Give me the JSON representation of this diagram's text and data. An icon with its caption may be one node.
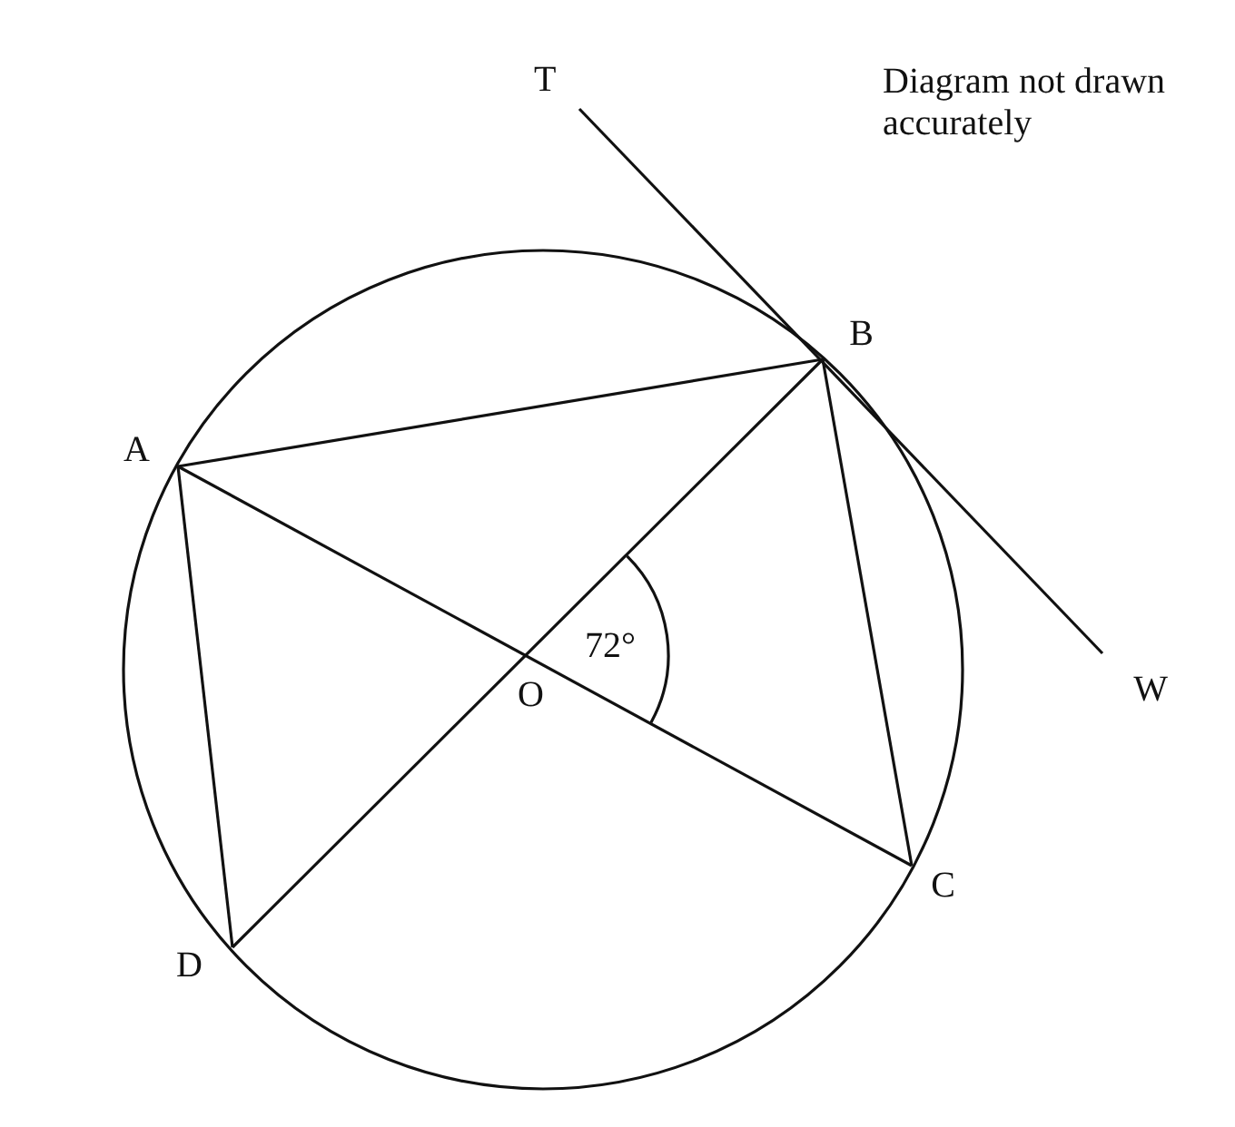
{
  "diagram": {
    "nodes": [
      {
        "text": [
          "T"
        ]
      },
      {
        "text": [
          "B"
        ]
      },
      {
        "text": [
          "W"
        ]
      },
      {
        "text": [
          "A"
        ]
      },
      {
        "text": [
          "C"
        ]
      },
      {
        "text": [
          "D"
        ]
      }
    ],
    "edges": [
      {
        "from": 3,
        "to": 1,
        "arrow": "none"
      },
      {
        "from": 1,
        "to": 4,
        "arrow": "none"
      },
      {
        "from": 3,
        "to": 5,
        "arrow": "none"
      },
      {
        "from": 3,
        "to": 4,
        "arrow": "none"
      },
      {
        "from": 5,
        "to": 1,
        "arrow": "none"
      },
      {
        "from": 0,
        "to": 2,
        "arrow": "none"
      }
    ],
    "labels": [
      "Diagram not drawn accurately",
      "O",
      "72°"
    ]
  }
}
